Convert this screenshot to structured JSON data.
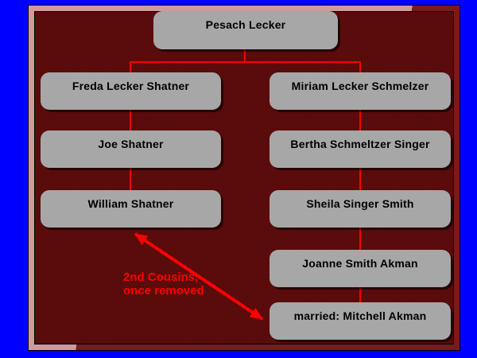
{
  "slide": {
    "background_color": "#0000ff",
    "panel_dither_red": "#9a1414",
    "panel_dither_black": "#1a0202",
    "bevel_light_color": "#cf9a9a",
    "bevel_dark_color": "#7c1a1a",
    "node_fill_color": "#a7a7a7",
    "node_text_color": "#000000",
    "connector_color": "#ff0000"
  },
  "tree": {
    "root": {
      "label": "Pesach Lecker"
    },
    "left_branch": [
      {
        "label": "Freda Lecker Shatner"
      },
      {
        "label": "Joe Shatner"
      },
      {
        "label": "William Shatner"
      }
    ],
    "right_branch": [
      {
        "label": "Miriam Lecker Schmelzer"
      },
      {
        "label": "Bertha Schmeltzer Singer"
      },
      {
        "label": "Sheila Singer Smith"
      },
      {
        "label": "Joanne Smith Akman"
      },
      {
        "label": "married: Mitchell Akman"
      }
    ],
    "annotation": {
      "line1": "2nd Cousins,",
      "line2": "once removed"
    }
  }
}
